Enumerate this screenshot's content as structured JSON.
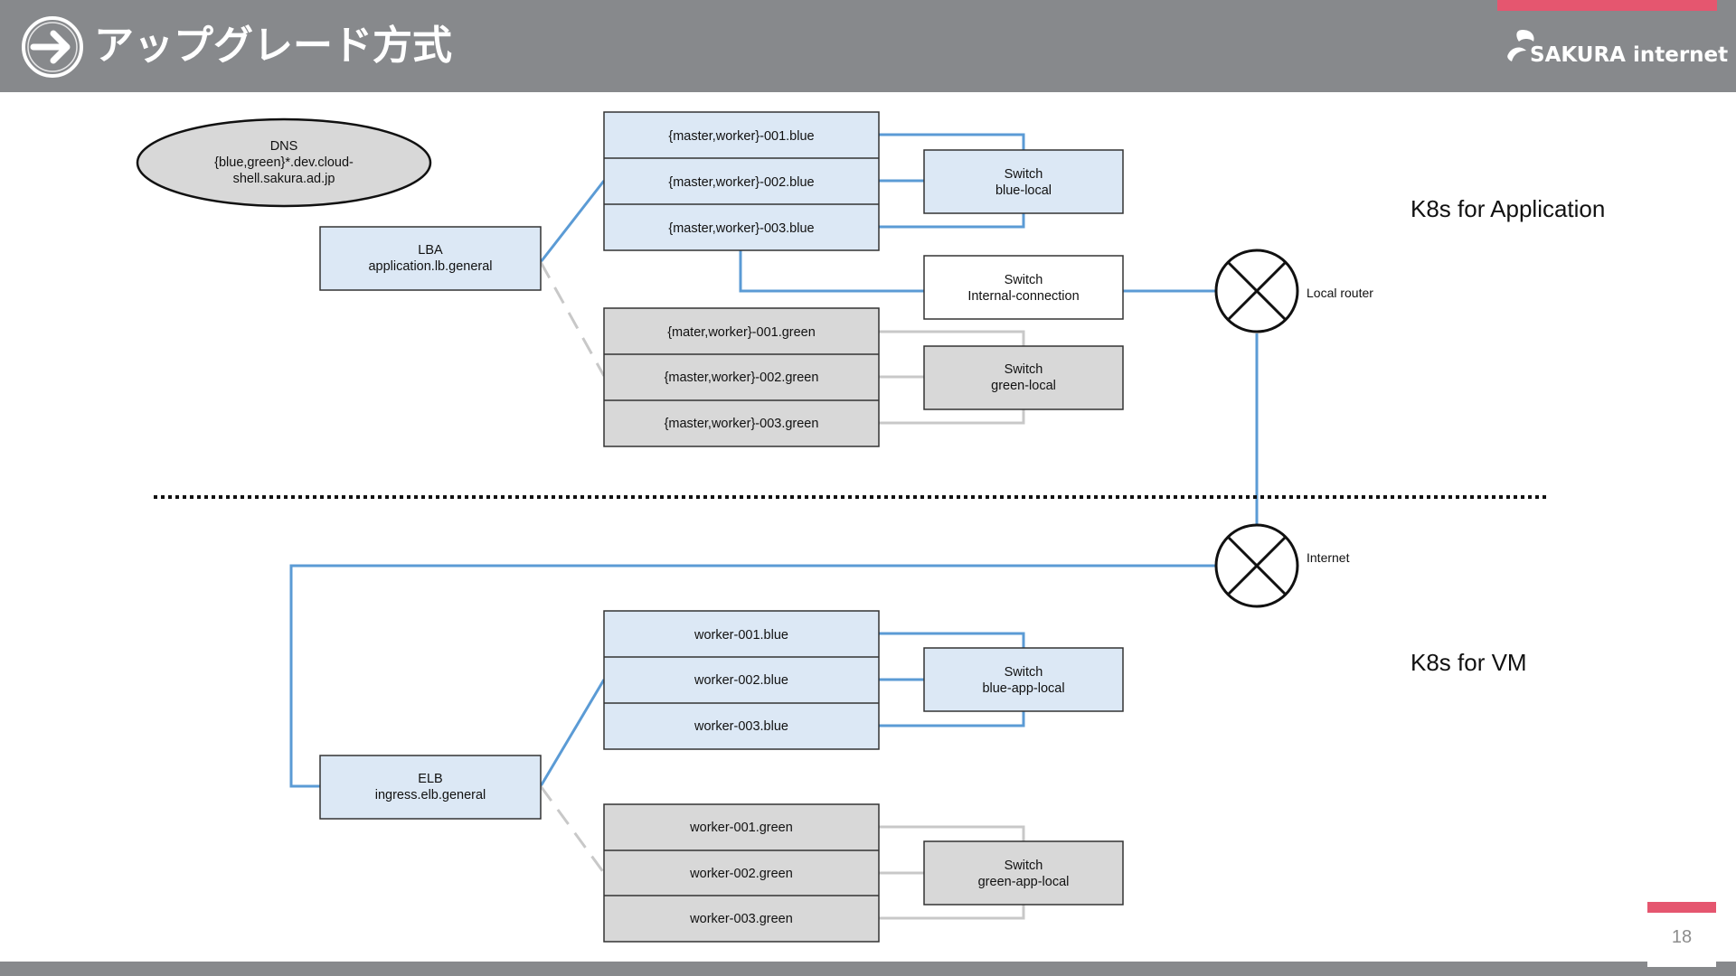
{
  "header": {
    "title": "アップグレード方式",
    "logo_text": "SAKURA internet"
  },
  "page_number": "18",
  "colors": {
    "header_bg": "#87898c",
    "accent": "#e5566f",
    "blue_fill": "#dce8f5",
    "gray_fill": "#d8d8d8",
    "blue_line": "#5b9bd5",
    "gray_line": "#c8c8c8"
  },
  "diagram": {
    "dns": {
      "lines": [
        "DNS",
        "{blue,green}*.dev.cloud-",
        "shell.sakura.ad.jp"
      ]
    },
    "lba": {
      "lines": [
        "LBA",
        "application.lb.general"
      ]
    },
    "elb": {
      "lines": [
        "ELB",
        "ingress.elb.general"
      ]
    },
    "app_blue_nodes": [
      "{master,worker}-001.blue",
      "{master,worker}-002.blue",
      "{master,worker}-003.blue"
    ],
    "app_green_nodes": [
      "{mater,worker}-001.green",
      "{master,worker}-002.green",
      "{master,worker}-003.green"
    ],
    "vm_blue_nodes": [
      "worker-001.blue",
      "worker-002.blue",
      "worker-003.blue"
    ],
    "vm_green_nodes": [
      "worker-001.green",
      "worker-002.green",
      "worker-003.green"
    ],
    "switch_blue_local": {
      "lines": [
        "Switch",
        "blue-local"
      ]
    },
    "switch_internal": {
      "lines": [
        "Switch",
        "Internal-connection"
      ]
    },
    "switch_green_local": {
      "lines": [
        "Switch",
        "green-local"
      ]
    },
    "switch_blue_app_local": {
      "lines": [
        "Switch",
        "blue-app-local"
      ]
    },
    "switch_green_app_local": {
      "lines": [
        "Switch",
        "green-app-local"
      ]
    },
    "local_router_label": "Local router",
    "internet_label": "Internet",
    "section_app_label": "K8s for Application",
    "section_vm_label": "K8s for VM"
  }
}
